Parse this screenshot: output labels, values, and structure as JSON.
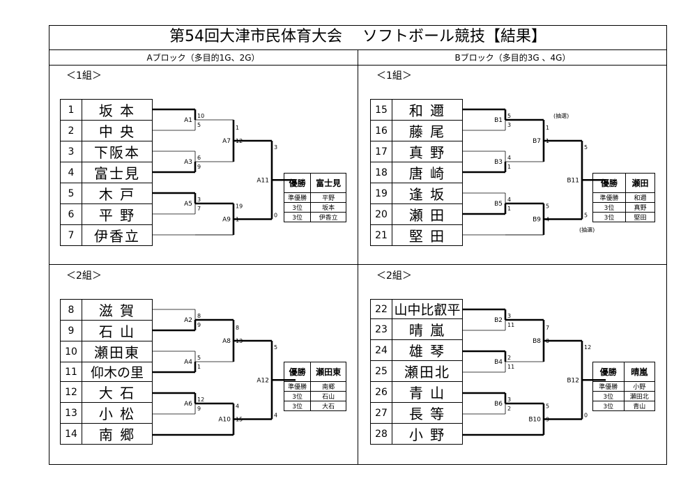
{
  "title": "第54回大津市民体育大会　 ソフトボール競技【結果】",
  "blocks": [
    {
      "header": "Aブロック（多目的1G、2G）",
      "groups": [
        {
          "label": "＜1組＞",
          "teams": [
            {
              "num": "1",
              "name": "坂 本"
            },
            {
              "num": "2",
              "name": "中 央"
            },
            {
              "num": "3",
              "name": "下阪本"
            },
            {
              "num": "4",
              "name": "富士見"
            },
            {
              "num": "5",
              "name": "木 戸"
            },
            {
              "num": "6",
              "name": "平 野"
            },
            {
              "num": "7",
              "name": "伊香立"
            }
          ],
          "matches": [
            {
              "id": "A1",
              "top": "10",
              "bottom": "5"
            },
            {
              "id": "A3",
              "top": "6",
              "bottom": "9"
            },
            {
              "id": "A5",
              "top": "3",
              "bottom": "7"
            },
            {
              "id": "A7",
              "top": "1",
              "bottom": "12"
            },
            {
              "id": "A9",
              "top": "19",
              "bottom": "1"
            },
            {
              "id": "A11",
              "top": "3",
              "bottom": "0"
            }
          ],
          "notes": [],
          "result": {
            "champion_label": "優勝",
            "champion": "富士見",
            "rows": [
              [
                "準優勝",
                "平野"
              ],
              [
                "3位",
                "坂本"
              ],
              [
                "3位",
                "伊香立"
              ]
            ]
          }
        },
        {
          "label": "＜2組＞",
          "teams": [
            {
              "num": "8",
              "name": "滋 賀"
            },
            {
              "num": "9",
              "name": "石 山"
            },
            {
              "num": "10",
              "name": "瀬田東"
            },
            {
              "num": "11",
              "name": "仰木の里"
            },
            {
              "num": "12",
              "name": "大 石"
            },
            {
              "num": "13",
              "name": "小 松"
            },
            {
              "num": "14",
              "name": "南 郷"
            }
          ],
          "matches": [
            {
              "id": "A2",
              "top": "8",
              "bottom": "9"
            },
            {
              "id": "A4",
              "top": "5",
              "bottom": "1"
            },
            {
              "id": "A6",
              "top": "12",
              "bottom": "9"
            },
            {
              "id": "A8",
              "top": "8",
              "bottom": "13"
            },
            {
              "id": "A10",
              "top": "4",
              "bottom": "15"
            },
            {
              "id": "A12",
              "top": "5",
              "bottom": "4"
            }
          ],
          "notes": [],
          "result": {
            "champion_label": "優勝",
            "champion": "瀬田東",
            "rows": [
              [
                "準優勝",
                "南郷"
              ],
              [
                "3位",
                "石山"
              ],
              [
                "3位",
                "大石"
              ]
            ]
          }
        }
      ]
    },
    {
      "header": "Bブロック（多目的3G 、4G）",
      "groups": [
        {
          "label": "＜1組＞",
          "teams": [
            {
              "num": "15",
              "name": "和 邇"
            },
            {
              "num": "16",
              "name": "藤 尾"
            },
            {
              "num": "17",
              "name": "真 野"
            },
            {
              "num": "18",
              "name": "唐 崎"
            },
            {
              "num": "19",
              "name": "逢 坂"
            },
            {
              "num": "20",
              "name": "瀬 田"
            },
            {
              "num": "21",
              "name": "堅 田"
            }
          ],
          "matches": [
            {
              "id": "B1",
              "top": "5",
              "bottom": "3"
            },
            {
              "id": "B3",
              "top": "4",
              "bottom": "1"
            },
            {
              "id": "B5",
              "top": "4",
              "bottom": "1"
            },
            {
              "id": "B7",
              "top": "1",
              "bottom": "1"
            },
            {
              "id": "B9",
              "top": "5",
              "bottom": "4"
            },
            {
              "id": "B11",
              "top": "5",
              "bottom": "5"
            }
          ],
          "notes": [
            "(抽選)",
            "(抽選)"
          ],
          "result": {
            "champion_label": "優勝",
            "champion": "瀬田",
            "rows": [
              [
                "準優勝",
                "和邇"
              ],
              [
                "3位",
                "真野"
              ],
              [
                "3位",
                "堅田"
              ]
            ]
          }
        },
        {
          "label": "＜2組＞",
          "teams": [
            {
              "num": "22",
              "name": "山中比叡平"
            },
            {
              "num": "23",
              "name": "晴 嵐"
            },
            {
              "num": "24",
              "name": "雄 琴"
            },
            {
              "num": "25",
              "name": "瀬田北"
            },
            {
              "num": "26",
              "name": "青 山"
            },
            {
              "num": "27",
              "name": "長 等"
            },
            {
              "num": "28",
              "name": "小 野"
            }
          ],
          "matches": [
            {
              "id": "B2",
              "top": "3",
              "bottom": "11"
            },
            {
              "id": "B4",
              "top": "2",
              "bottom": "11"
            },
            {
              "id": "B6",
              "top": "3",
              "bottom": "2"
            },
            {
              "id": "B8",
              "top": "7",
              "bottom": "0"
            },
            {
              "id": "B10",
              "top": "5",
              "bottom": "9"
            },
            {
              "id": "B12",
              "top": "12",
              "bottom": "0"
            }
          ],
          "notes": [],
          "result": {
            "champion_label": "優勝",
            "champion": "晴嵐",
            "rows": [
              [
                "準優勝",
                "小野"
              ],
              [
                "3位",
                "瀬田北"
              ],
              [
                "3位",
                "青山"
              ]
            ]
          }
        }
      ]
    }
  ]
}
